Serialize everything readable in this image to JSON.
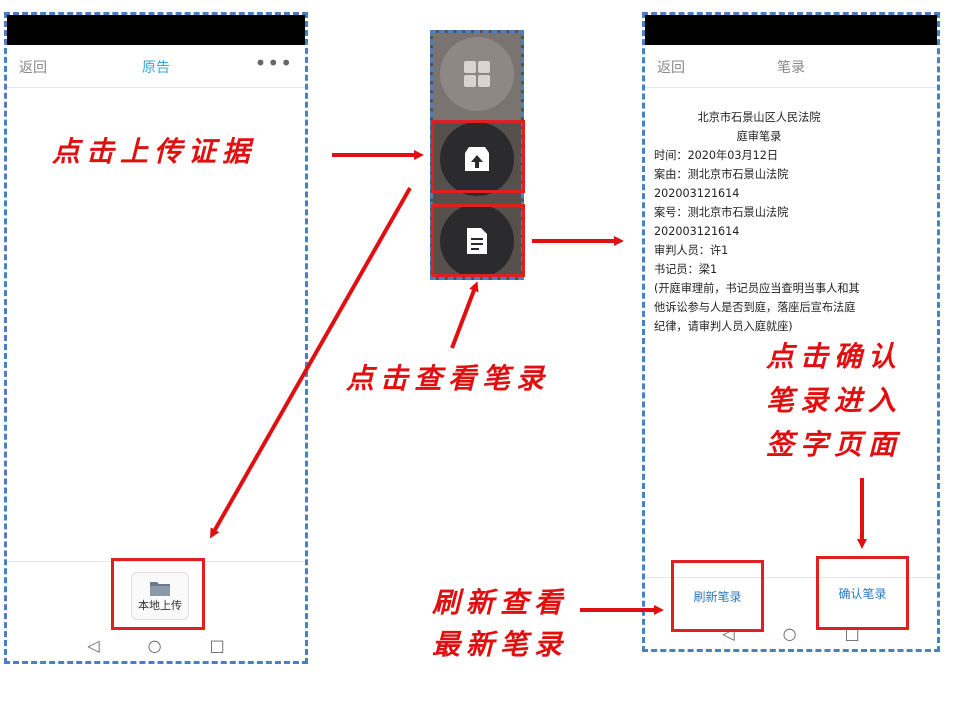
{
  "left_phone": {
    "back_label": "返回",
    "title": "原告",
    "more_label": "•••",
    "upload_label": "本地上传"
  },
  "popup": {
    "buttons": [
      "grid-menu",
      "upload-evidence",
      "view-transcript"
    ]
  },
  "right_phone": {
    "back_label": "返回",
    "title": "笔录",
    "court_name": "北京市石景山区人民法院",
    "doc_title": "庭审笔录",
    "time_line": "时间：2020年03月12日",
    "cause_line": "案由：测北京市石景山法院202003121614",
    "case_no_line": "案号：测北京市石景山法院202003121614",
    "judge_line": "审判人员：许1",
    "clerk_line": "书记员：梁1",
    "remark": "(开庭审理前，书记员应当查明当事人和其他诉讼参与人是否到庭，落座后宣布法庭纪律，请审判人员入庭就座)",
    "refresh_label": "刷新笔录",
    "confirm_label": "确认笔录"
  },
  "annotations": {
    "upload_evidence": "点击上传证据",
    "view_transcript": "点击查看笔录",
    "confirm_line1": "点击确认",
    "confirm_line2": "笔录进入",
    "confirm_line3": "签字页面",
    "refresh_line1": "刷新查看",
    "refresh_line2": "最新笔录"
  },
  "colors": {
    "annotation_red": "#e01010",
    "frame_blue": "#4a7fc1",
    "title_blue": "#3aa6d8"
  }
}
